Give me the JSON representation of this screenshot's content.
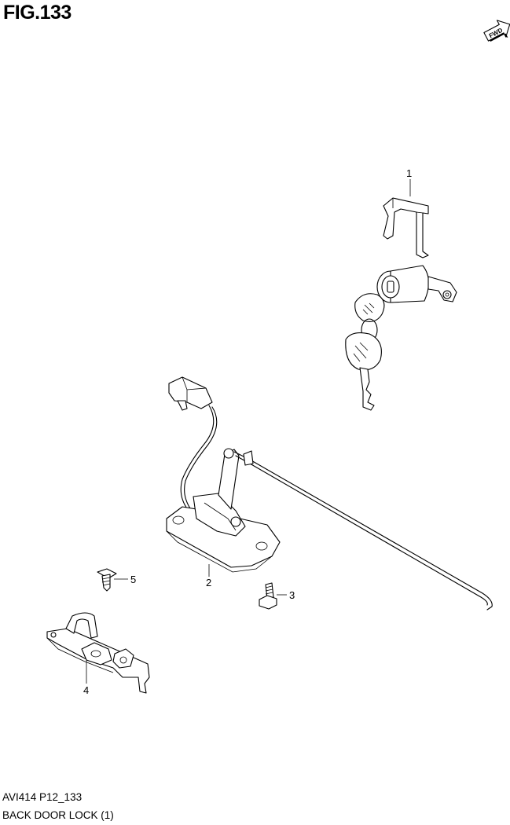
{
  "figure": {
    "title": "FIG.133"
  },
  "direction_badge": {
    "label": "FWD"
  },
  "callouts": [
    {
      "id": "1",
      "label": "1"
    },
    {
      "id": "2",
      "label": "2"
    },
    {
      "id": "3",
      "label": "3"
    },
    {
      "id": "4",
      "label": "4"
    },
    {
      "id": "5",
      "label": "5"
    }
  ],
  "footer": {
    "code": "AVI414 P12_133",
    "name": "BACK DOOR LOCK (1)"
  }
}
